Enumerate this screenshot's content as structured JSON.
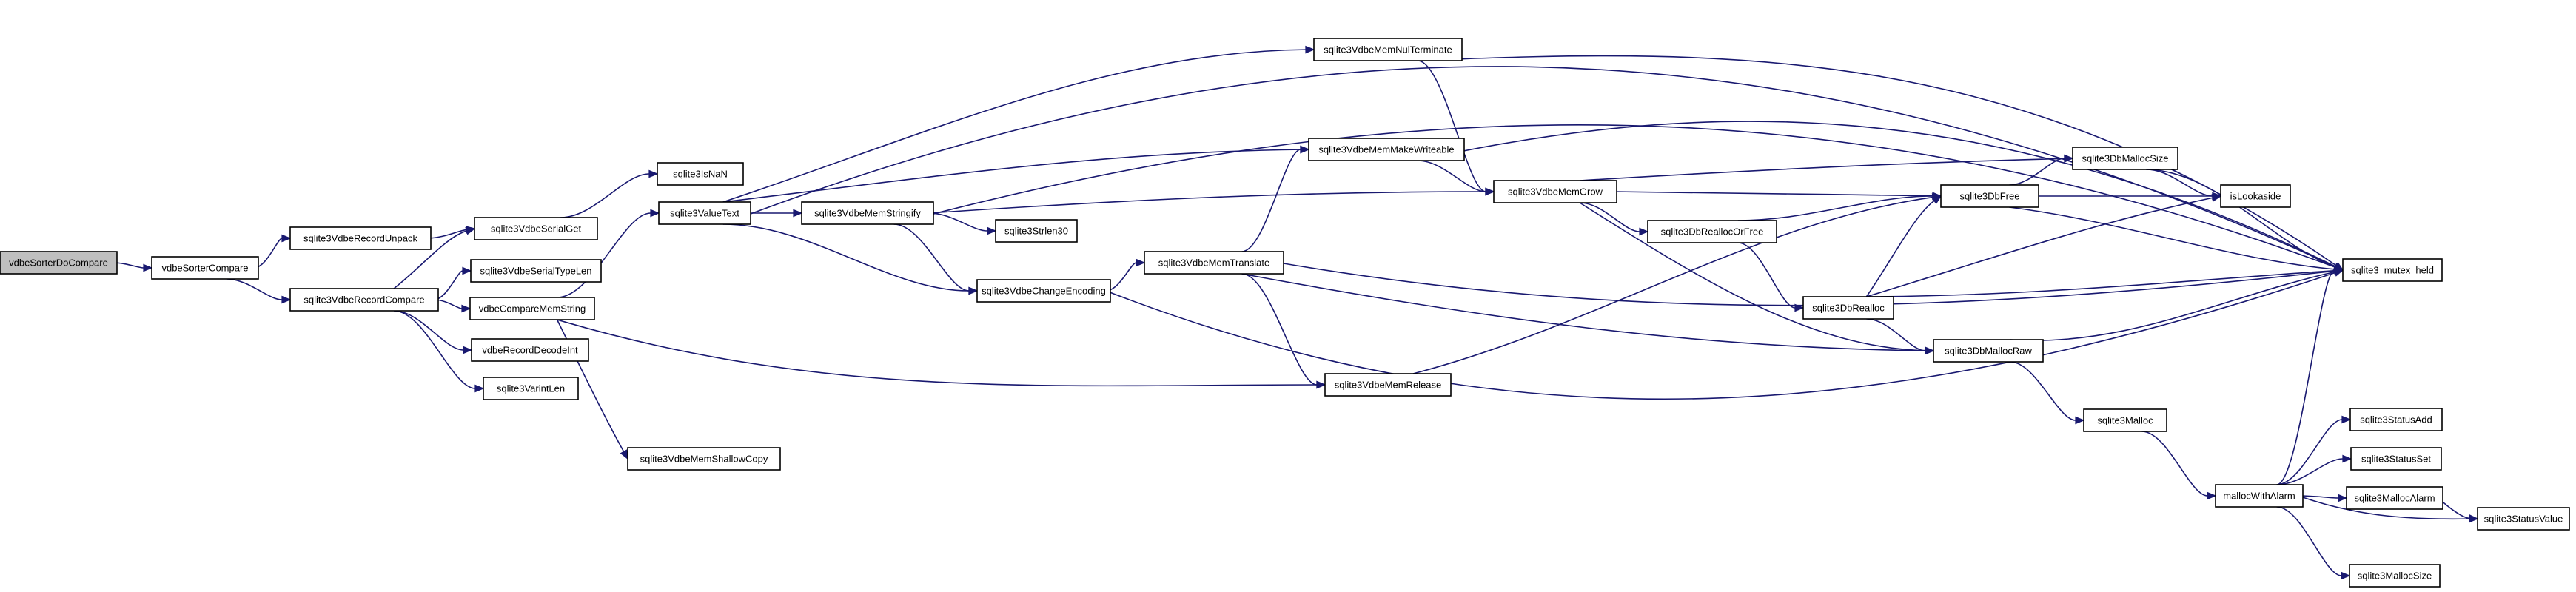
{
  "graph": {
    "root": "vdbeSorterDoCompare",
    "nodes": [
      {
        "id": "n0",
        "label": "vdbeSorterDoCompare"
      },
      {
        "id": "n1",
        "label": "vdbeSorterCompare"
      },
      {
        "id": "n2",
        "label": "sqlite3VdbeRecordUnpack"
      },
      {
        "id": "n3",
        "label": "sqlite3VdbeRecordCompare"
      },
      {
        "id": "n4",
        "label": "sqlite3VdbeSerialGet"
      },
      {
        "id": "n5",
        "label": "sqlite3VdbeSerialTypeLen"
      },
      {
        "id": "n6",
        "label": "vdbeCompareMemString"
      },
      {
        "id": "n7",
        "label": "vdbeRecordDecodeInt"
      },
      {
        "id": "n8",
        "label": "sqlite3VarintLen"
      },
      {
        "id": "n9",
        "label": "sqlite3IsNaN"
      },
      {
        "id": "n10",
        "label": "sqlite3ValueText"
      },
      {
        "id": "n11",
        "label": "sqlite3VdbeMemShallowCopy"
      },
      {
        "id": "n12",
        "label": "sqlite3VdbeMemStringify"
      },
      {
        "id": "n13",
        "label": "sqlite3Strlen30"
      },
      {
        "id": "n14",
        "label": "sqlite3VdbeChangeEncoding"
      },
      {
        "id": "n15",
        "label": "sqlite3VdbeMemNulTerminate"
      },
      {
        "id": "n16",
        "label": "sqlite3VdbeMemMakeWriteable"
      },
      {
        "id": "n17",
        "label": "sqlite3VdbeMemTranslate"
      },
      {
        "id": "n18",
        "label": "sqlite3VdbeMemRelease"
      },
      {
        "id": "n19",
        "label": "sqlite3VdbeMemGrow"
      },
      {
        "id": "n20",
        "label": "sqlite3DbReallocOrFree"
      },
      {
        "id": "n21",
        "label": "sqlite3DbRealloc"
      },
      {
        "id": "n22",
        "label": "sqlite3DbFree"
      },
      {
        "id": "n23",
        "label": "sqlite3DbMallocRaw"
      },
      {
        "id": "n24",
        "label": "sqlite3Malloc"
      },
      {
        "id": "n25",
        "label": "mallocWithAlarm"
      },
      {
        "id": "n26",
        "label": "sqlite3DbMallocSize"
      },
      {
        "id": "n27",
        "label": "isLookaside"
      },
      {
        "id": "n28",
        "label": "sqlite3_mutex_held"
      },
      {
        "id": "n29",
        "label": "sqlite3StatusAdd"
      },
      {
        "id": "n30",
        "label": "sqlite3StatusSet"
      },
      {
        "id": "n31",
        "label": "sqlite3MallocAlarm"
      },
      {
        "id": "n32",
        "label": "sqlite3StatusValue"
      },
      {
        "id": "n33",
        "label": "sqlite3MallocSize"
      }
    ],
    "edges": [
      {
        "from": "n0",
        "to": "n1"
      },
      {
        "from": "n1",
        "to": "n2"
      },
      {
        "from": "n1",
        "to": "n3"
      },
      {
        "from": "n2",
        "to": "n4"
      },
      {
        "from": "n3",
        "to": "n4"
      },
      {
        "from": "n3",
        "to": "n5"
      },
      {
        "from": "n3",
        "to": "n6"
      },
      {
        "from": "n3",
        "to": "n7"
      },
      {
        "from": "n3",
        "to": "n8"
      },
      {
        "from": "n4",
        "to": "n9"
      },
      {
        "from": "n6",
        "to": "n10"
      },
      {
        "from": "n6",
        "to": "n11"
      },
      {
        "from": "n6",
        "to": "n18"
      },
      {
        "from": "n10",
        "to": "n12"
      },
      {
        "from": "n10",
        "to": "n14"
      },
      {
        "from": "n10",
        "to": "n15"
      },
      {
        "from": "n10",
        "to": "n16"
      },
      {
        "from": "n10",
        "to": "n28"
      },
      {
        "from": "n12",
        "to": "n13"
      },
      {
        "from": "n12",
        "to": "n14"
      },
      {
        "from": "n12",
        "to": "n19"
      },
      {
        "from": "n12",
        "to": "n28"
      },
      {
        "from": "n14",
        "to": "n17"
      },
      {
        "from": "n14",
        "to": "n28"
      },
      {
        "from": "n15",
        "to": "n19"
      },
      {
        "from": "n15",
        "to": "n28"
      },
      {
        "from": "n16",
        "to": "n19"
      },
      {
        "from": "n16",
        "to": "n28"
      },
      {
        "from": "n17",
        "to": "n16"
      },
      {
        "from": "n17",
        "to": "n18"
      },
      {
        "from": "n17",
        "to": "n23"
      },
      {
        "from": "n17",
        "to": "n28"
      },
      {
        "from": "n18",
        "to": "n22"
      },
      {
        "from": "n19",
        "to": "n20"
      },
      {
        "from": "n19",
        "to": "n22"
      },
      {
        "from": "n19",
        "to": "n23"
      },
      {
        "from": "n19",
        "to": "n26"
      },
      {
        "from": "n20",
        "to": "n21"
      },
      {
        "from": "n20",
        "to": "n22"
      },
      {
        "from": "n21",
        "to": "n22"
      },
      {
        "from": "n21",
        "to": "n23"
      },
      {
        "from": "n21",
        "to": "n27"
      },
      {
        "from": "n21",
        "to": "n28"
      },
      {
        "from": "n22",
        "to": "n26"
      },
      {
        "from": "n22",
        "to": "n27"
      },
      {
        "from": "n22",
        "to": "n28"
      },
      {
        "from": "n26",
        "to": "n27"
      },
      {
        "from": "n26",
        "to": "n28"
      },
      {
        "from": "n23",
        "to": "n24"
      },
      {
        "from": "n23",
        "to": "n28"
      },
      {
        "from": "n24",
        "to": "n25"
      },
      {
        "from": "n25",
        "to": "n28"
      },
      {
        "from": "n25",
        "to": "n29"
      },
      {
        "from": "n25",
        "to": "n30"
      },
      {
        "from": "n25",
        "to": "n31"
      },
      {
        "from": "n25",
        "to": "n32"
      },
      {
        "from": "n25",
        "to": "n33"
      },
      {
        "from": "n31",
        "to": "n32"
      }
    ]
  },
  "colors": {
    "edge": "#191970",
    "root_fill": "#bfbfbf",
    "node_fill": "#ffffff",
    "node_stroke": "#000000"
  }
}
